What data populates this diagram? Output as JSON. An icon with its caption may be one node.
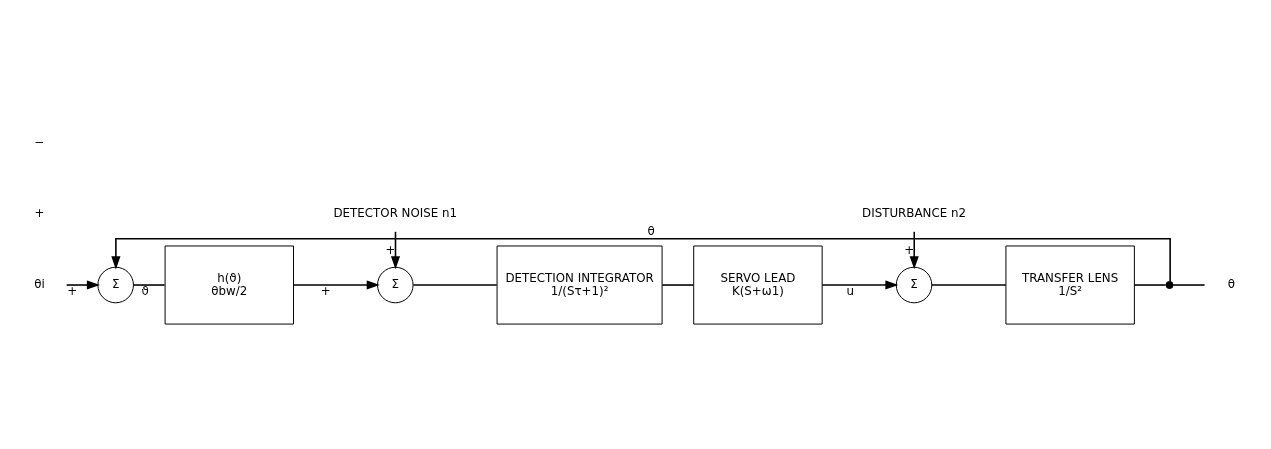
{
  "diagram": {
    "nodes": [
      {
        "text": [
          "θi"
        ]
      },
      {
        "text": [
          "Σ"
        ]
      },
      {
        "text": [
          "h(ϑ)",
          "θbw/2"
        ]
      },
      {
        "text": [
          "DETECTOR NOISE n1"
        ]
      },
      {
        "text": [
          "Σ"
        ]
      },
      {
        "text": [
          "DETECTION INTEGRATOR",
          "1/(Sτ+1)²"
        ]
      },
      {
        "text": [
          "SERVO LEAD",
          "K(S+ω1)"
        ]
      },
      {
        "text": [
          "DISTURBANCE n2"
        ]
      },
      {
        "text": [
          "Σ"
        ]
      },
      {
        "text": [
          "TRANSFER LENS",
          "1/S²"
        ]
      },
      {
        "text": [],
        "shape": "circle"
      },
      {
        "text": [
          "θ"
        ]
      }
    ],
    "edges": [
      {
        "from": 0,
        "to": 1,
        "arrow": "to",
        "label": "+"
      },
      {
        "from": 1,
        "to": 2,
        "arrow": "none",
        "label": "ϑ"
      },
      {
        "from": 2,
        "to": 4,
        "arrow": "to",
        "label": "+"
      },
      {
        "from": 3,
        "to": 4,
        "arrow": "to",
        "label": "+"
      },
      {
        "from": 4,
        "to": 5,
        "arrow": "none"
      },
      {
        "from": 5,
        "to": 6,
        "arrow": "none"
      },
      {
        "from": 6,
        "to": 8,
        "arrow": "to",
        "label": "u"
      },
      {
        "from": 7,
        "to": 8,
        "arrow": "to",
        "label": "+"
      },
      {
        "from": 8,
        "to": 9,
        "arrow": "none"
      },
      {
        "from": 9,
        "to": 10,
        "arrow": "none"
      },
      {
        "from": 10,
        "to": 11,
        "arrow": "none"
      },
      {
        "from": 10,
        "to": 1,
        "arrow": "to",
        "label": "θ"
      }
    ],
    "labels": [
      "+",
      "−"
    ]
  }
}
